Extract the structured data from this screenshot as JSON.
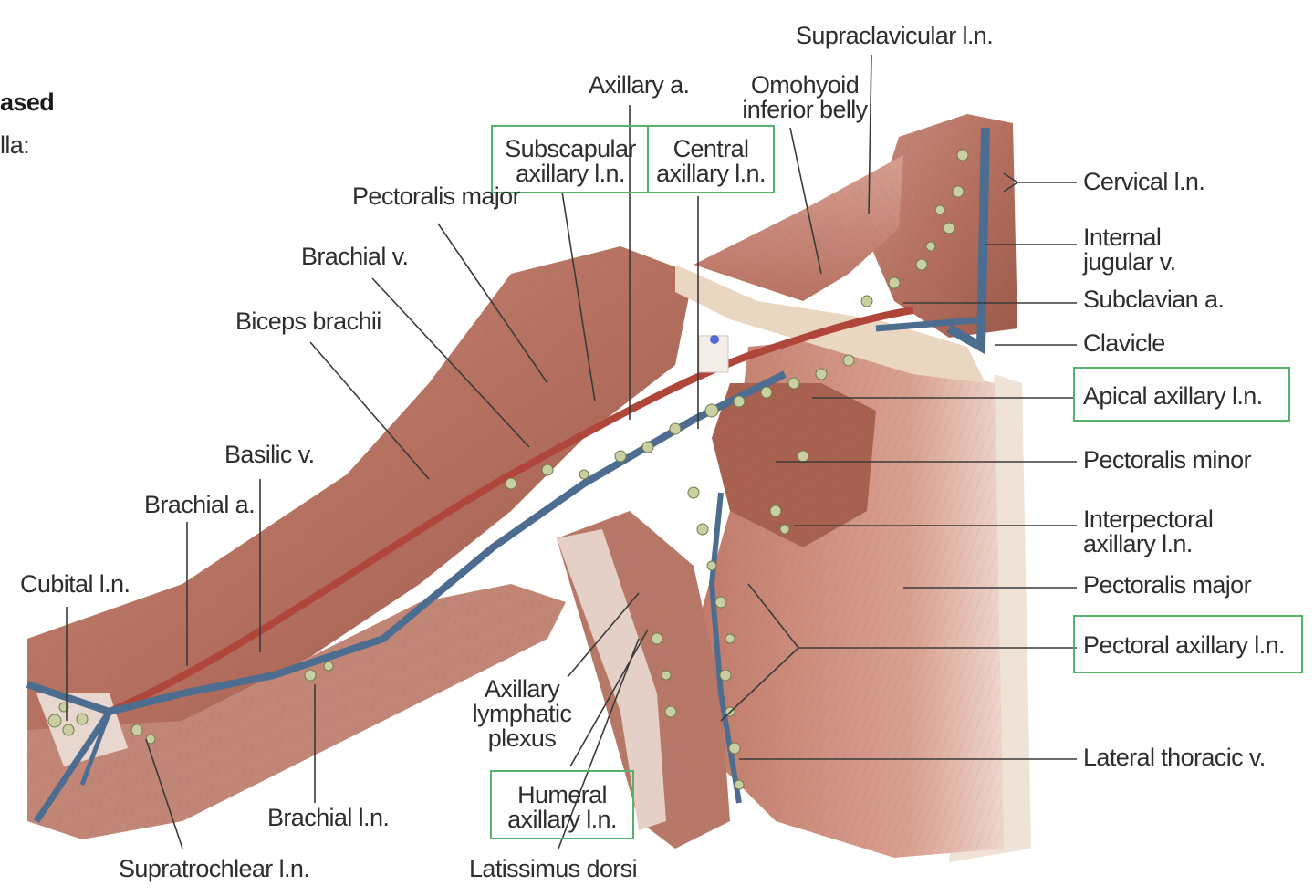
{
  "fragments": {
    "left_top": "ased",
    "left_bottom": "lla:"
  },
  "highlight_color": "#54b26a",
  "labels": {
    "supraclavicular": "Supraclavicular l.n.",
    "axillary_a": "Axillary a.",
    "omohyoid": [
      "Omohyoid",
      "inferior belly"
    ],
    "subscapular": [
      "Subscapular",
      "axillary l.n."
    ],
    "central": [
      "Central",
      "axillary l.n."
    ],
    "pectoralis_major_top": "Pectoralis major",
    "brachial_v": "Brachial v.",
    "biceps": "Biceps brachii",
    "basilic": "Basilic v.",
    "brachial_a": "Brachial a.",
    "cubital": "Cubital l.n.",
    "axillary_plexus": [
      "Axillary",
      "lymphatic",
      "plexus"
    ],
    "humeral": [
      "Humeral",
      "axillary l.n."
    ],
    "brachial_ln": "Brachial l.n.",
    "supratrochlear": "Supratrochlear l.n.",
    "latissimus": "Latissimus dorsi",
    "cervical": "Cervical l.n.",
    "internal_jugular": [
      "Internal",
      "jugular v."
    ],
    "subclavian": "Subclavian a.",
    "clavicle": "Clavicle",
    "apical": "Apical axillary l.n.",
    "pectoralis_minor": "Pectoralis minor",
    "interpectoral": [
      "Interpectoral",
      "axillary l.n."
    ],
    "pectoralis_major_right": "Pectoralis major",
    "pectoral_axillary": "Pectoral axillary l.n.",
    "lateral_thoracic": "Lateral thoracic  v."
  }
}
